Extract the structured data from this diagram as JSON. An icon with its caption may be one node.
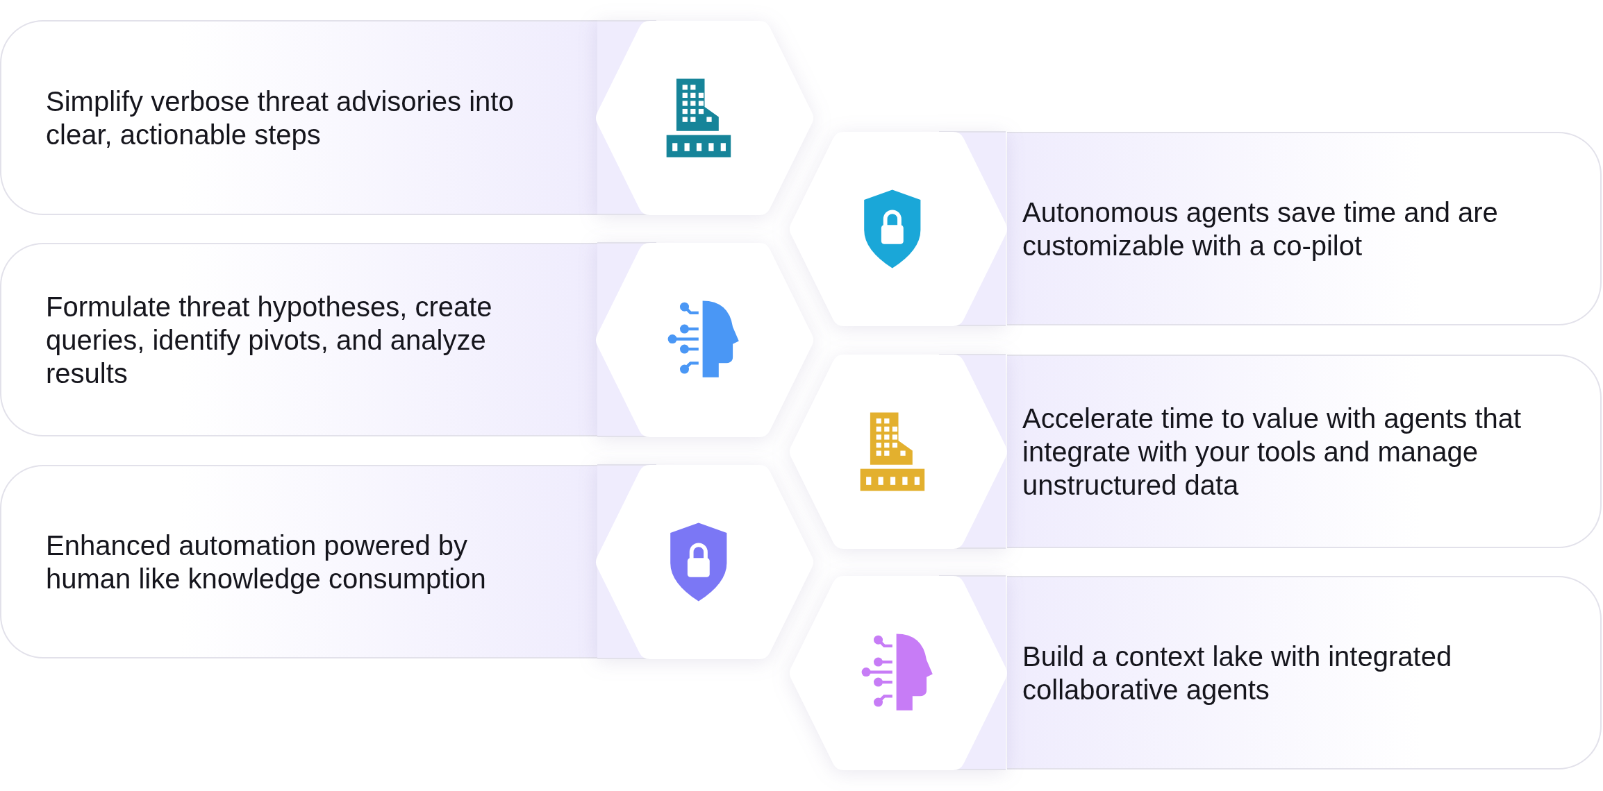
{
  "diagram": {
    "nodes": [
      {
        "text": [
          "Simplify verbose threat advisories into clear, actionable steps"
        ]
      },
      {
        "text": [],
        "shape": "hexagon"
      },
      {
        "text": [],
        "shape": "hexagon"
      },
      {
        "text": [
          "Autonomous agents save time and are customizable with a co-pilot"
        ]
      },
      {
        "text": [
          "Formulate threat hypotheses, create queries, identify pivots, and analyze results"
        ]
      },
      {
        "text": [],
        "shape": "hexagon"
      },
      {
        "text": [],
        "shape": "hexagon"
      },
      {
        "text": [
          "Accelerate time to value with agents that integrate with your tools and manage unstructured data"
        ]
      },
      {
        "text": [
          "Enhanced automation powered by human like knowledge consumption"
        ]
      },
      {
        "text": [],
        "shape": "hexagon"
      },
      {
        "text": [],
        "shape": "hexagon"
      },
      {
        "text": [
          "Build a context lake with integrated collaborative agents"
        ]
      }
    ]
  }
}
